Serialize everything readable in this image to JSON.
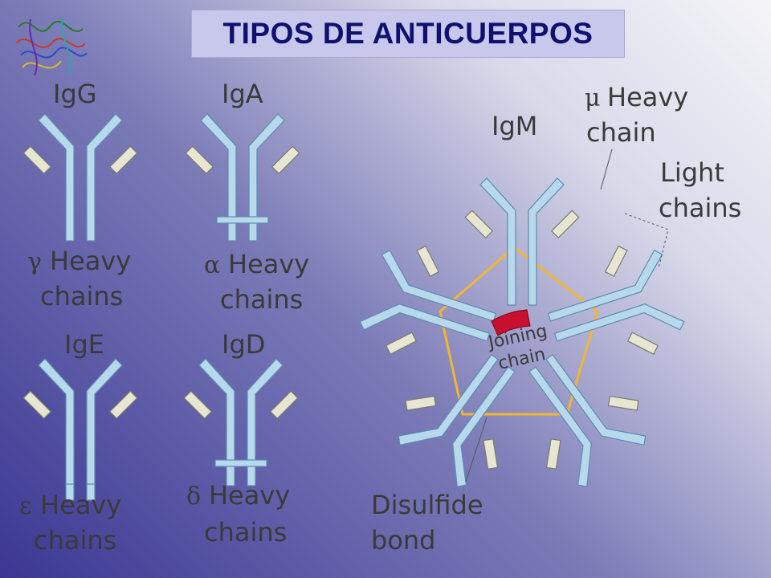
{
  "title": "TIPOS DE ANTICUERPOS",
  "molecules": {
    "igg": {
      "name": "IgG",
      "heavy_symbol": "γ",
      "heavy_label": "Heavy",
      "chains_label": "chains"
    },
    "iga": {
      "name": "IgA",
      "heavy_symbol": "α",
      "heavy_label": "Heavy",
      "chains_label": "chains"
    },
    "ige": {
      "name": "IgE",
      "heavy_symbol": "ε",
      "heavy_label": "Heavy",
      "chains_label": "chains"
    },
    "igd": {
      "name": "IgD",
      "heavy_symbol": "δ",
      "heavy_label": "Heavy",
      "chains_label": "chains"
    },
    "igm": {
      "name": "IgM",
      "heavy_symbol": "μ",
      "heavy_label": "Heavy",
      "heavy_chain_word": "chain",
      "light_label_1": "Light",
      "light_label_2": "chains",
      "joining_1": "Joining",
      "joining_2": "chain",
      "disulfide_1": "Disulfide",
      "disulfide_2": "bond"
    }
  },
  "colors": {
    "heavy_chain": "#b8d8ec",
    "light_chain": "#e6e6d2",
    "disulfide": "#f2b632",
    "joining_chain": "#c8102e",
    "title_text": "#101070",
    "title_bg": "#c8c8ec"
  },
  "icons": {
    "protein_structure": "protein-ribbon-icon"
  }
}
